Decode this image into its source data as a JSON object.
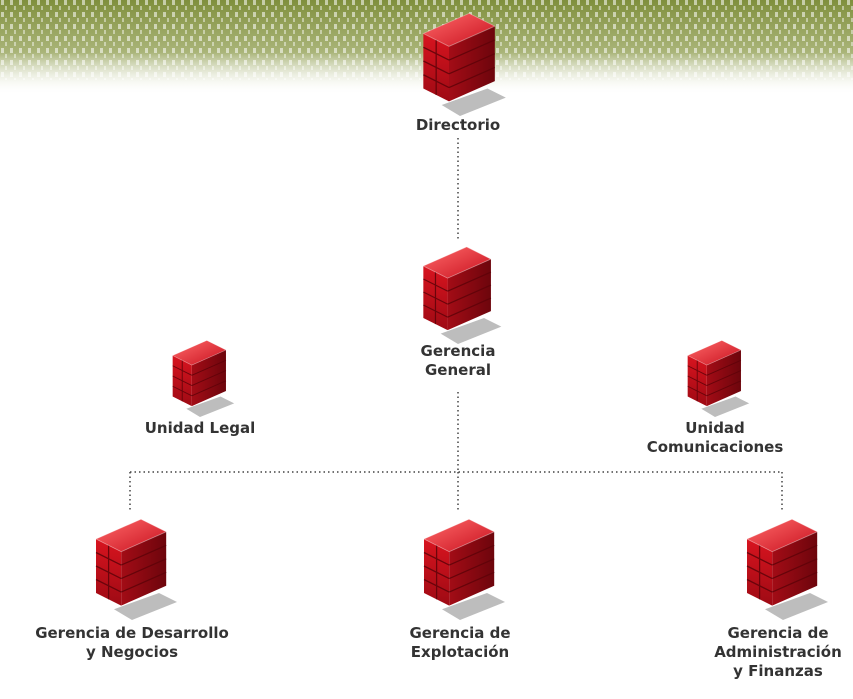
{
  "colors": {
    "banner_green": "#8a9a4a",
    "container_red": "#c8101e",
    "container_dark": "#7d0710",
    "label_text": "#333333",
    "connector": "#444444"
  },
  "org_chart": {
    "directorio": {
      "lines": [
        "Directorio"
      ]
    },
    "gerencia_general": {
      "lines": [
        "Gerencia",
        "General"
      ]
    },
    "unidad_legal": {
      "lines": [
        "Unidad Legal"
      ]
    },
    "unidad_comunicaciones": {
      "lines": [
        "Unidad",
        "Comunicaciones"
      ]
    },
    "gerencia_desarrollo": {
      "lines": [
        "Gerencia de Desarrollo",
        "y Negocios"
      ]
    },
    "gerencia_explotacion": {
      "lines": [
        "Gerencia de",
        "Explotación"
      ]
    },
    "gerencia_administracion": {
      "lines": [
        "Gerencia de",
        "Administración",
        "y Finanzas"
      ]
    }
  }
}
